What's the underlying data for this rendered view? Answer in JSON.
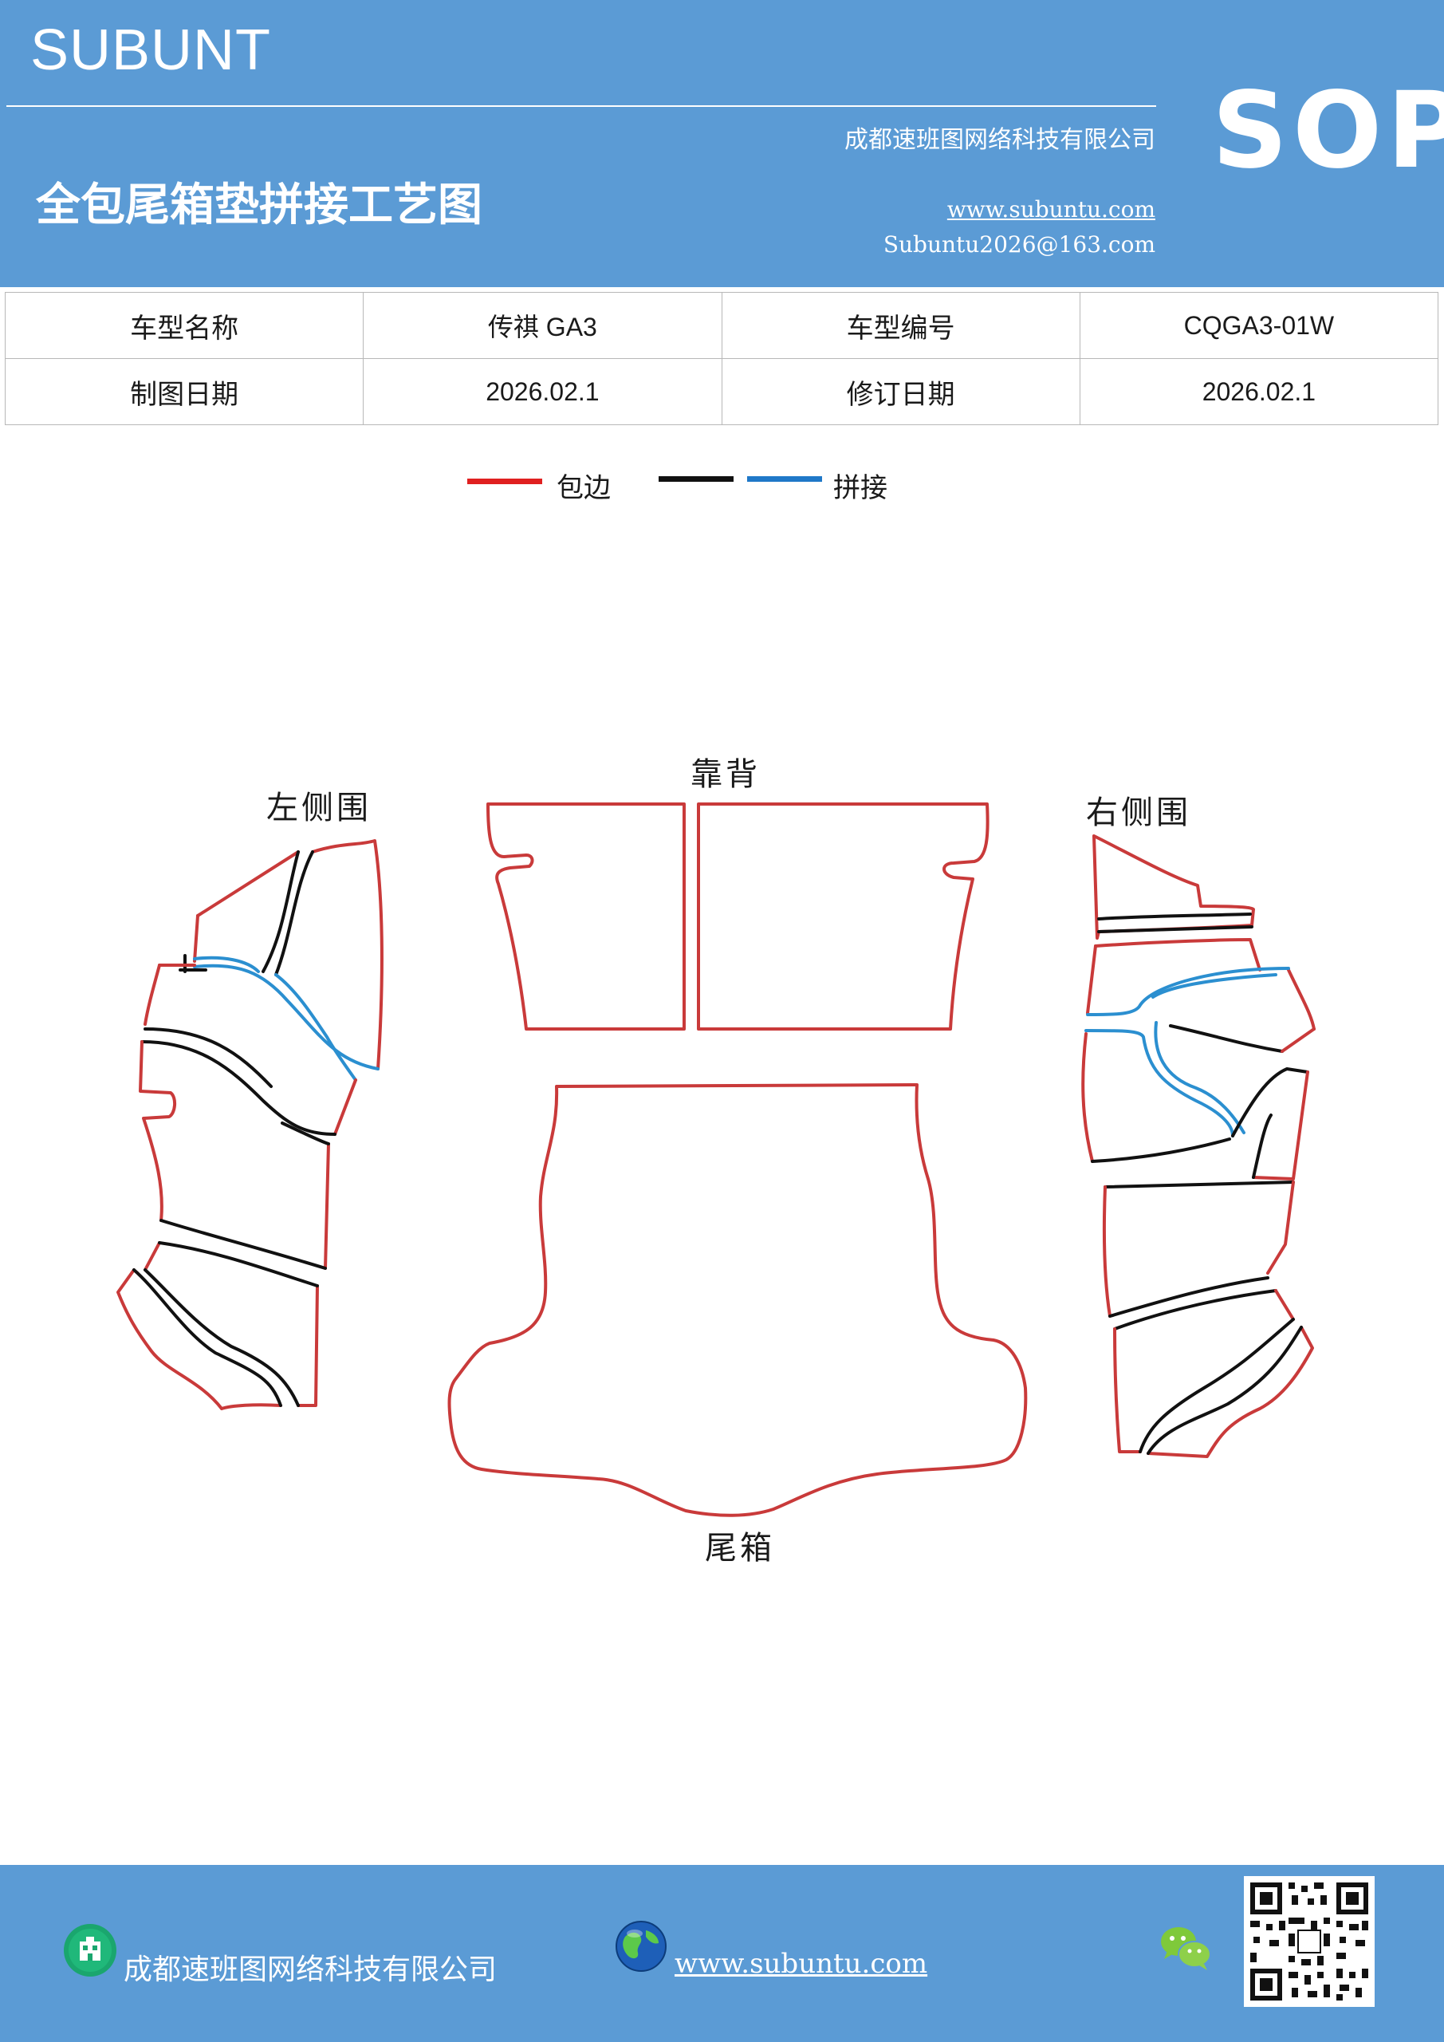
{
  "header": {
    "brand": "SUBUNT",
    "company": "成都速班图网络科技有限公司",
    "title": "全包尾箱垫拼接工艺图",
    "website": "www.subuntu.com",
    "email": "Subuntu2026@163.com",
    "badge": "SOP"
  },
  "info_table": {
    "rows": [
      {
        "label1": "车型名称",
        "value1": "传祺 GA3",
        "label2": "车型编号",
        "value2": "CQGA3-01W"
      },
      {
        "label1": "制图日期",
        "value1": "2026.02.1",
        "label2": "修订日期",
        "value2": "2026.02.1"
      }
    ]
  },
  "legend": {
    "items": [
      {
        "label": "包边",
        "color": "#e02020"
      },
      {
        "label": "",
        "color": "#111111"
      },
      {
        "label": "拼接",
        "color": "#1f78c8"
      }
    ]
  },
  "diagram": {
    "labels": {
      "left": "左侧围",
      "back": "靠背",
      "right": "右侧围",
      "trunk": "尾箱"
    },
    "colors": {
      "edge": "#c93a3a",
      "seam": "#111111",
      "splice": "#2b8fd0"
    }
  },
  "footer": {
    "company": "成都速班图网络科技有限公司",
    "website": "www.subuntu.com"
  }
}
